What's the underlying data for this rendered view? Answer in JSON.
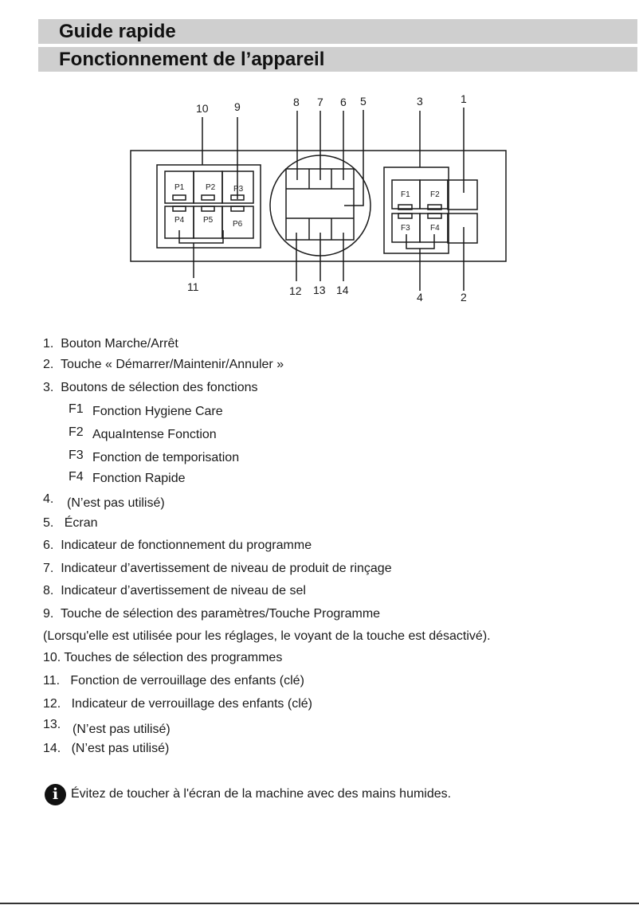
{
  "header": {
    "title": "Guide rapide",
    "subtitle": "Fonctionnement de l’appareil"
  },
  "diagram": {
    "programs": [
      "P1",
      "P2",
      "P3",
      "P4",
      "P5",
      "P6"
    ],
    "functions": [
      "F1",
      "F2",
      "F3",
      "F4"
    ],
    "callouts_top": [
      "10",
      "9",
      "8",
      "7",
      "6",
      "5",
      "3",
      "1"
    ],
    "callouts_bottom": [
      "11",
      "12",
      "13",
      "14",
      "4",
      "2"
    ]
  },
  "list": {
    "items": [
      {
        "num": "1.",
        "text": "Bouton Marche/Arrêt"
      },
      {
        "num": "2.",
        "text": "Touche « Démarrer/Maintenir/Annuler »"
      },
      {
        "num": "3.",
        "text": "Boutons de sélection des fonctions"
      },
      {
        "num": "4.",
        "text": "(N’est pas utilisé)"
      },
      {
        "num": "5.",
        "text": "Écran"
      },
      {
        "num": "6.",
        "text": "Indicateur de fonctionnement du programme"
      },
      {
        "num": "7.",
        "text": "Indicateur d’avertissement de niveau de produit de rinçage"
      },
      {
        "num": "8.",
        "text": "Indicateur d’avertissement de niveau de sel"
      },
      {
        "num": "9.",
        "text": "Touche de sélection des paramètres/Touche Programme"
      },
      {
        "num": "10.",
        "text": "Touches de sélection des programmes"
      },
      {
        "num": "11.",
        "text": "Fonction de verrouillage des enfants (clé)"
      },
      {
        "num": "12.",
        "text": "Indicateur de verrouillage des enfants (clé)"
      },
      {
        "num": "13.",
        "text": "(N’est pas utilisé)"
      },
      {
        "num": "14.",
        "text": "(N’est pas utilisé)"
      }
    ],
    "functions": [
      {
        "code": "F1",
        "text": "Fonction Hygiene Care"
      },
      {
        "code": "F2",
        "text": "AquaIntense  Fonction"
      },
      {
        "code": "F3",
        "text": "Fonction de temporisation"
      },
      {
        "code": "F4",
        "text": "Fonction Rapide"
      }
    ],
    "note9": "(Lorsqu'elle est utilisée pour les réglages, le voyant de la touche est désactivé)."
  },
  "info": {
    "icon": "info-icon",
    "text": "Évitez de toucher à l'écran de la machine avec des mains humides."
  }
}
